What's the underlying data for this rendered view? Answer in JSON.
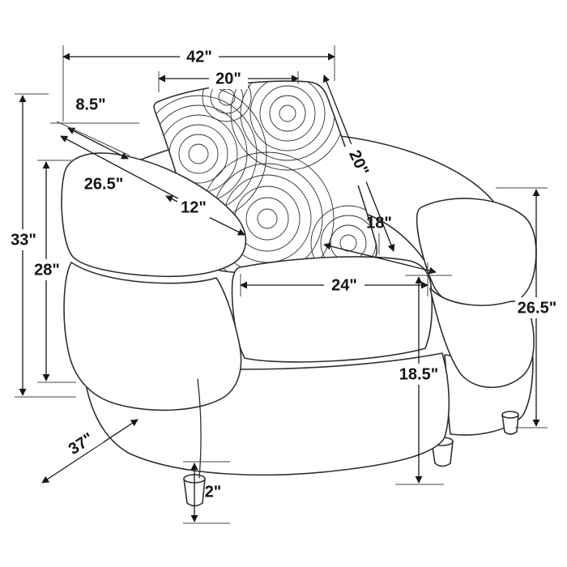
{
  "diagram": {
    "subject": "armchair-dimension-diagram",
    "unit": "inches"
  },
  "dims": {
    "overall_width": "42\"",
    "pillow_width": "20\"",
    "arm_top_depth": "8.5\"",
    "arm_diagonal_length": "26.5\"",
    "armrest_width": "12\"",
    "overall_height": "33\"",
    "arm_front_height": "28\"",
    "pillow_height": "20\"",
    "seat_depth": "18\"",
    "seat_width": "24\"",
    "back_outer_height": "26.5\"",
    "floor_to_seat_back": "18.5\"",
    "overall_depth": "37\"",
    "leg_height": "2\""
  }
}
